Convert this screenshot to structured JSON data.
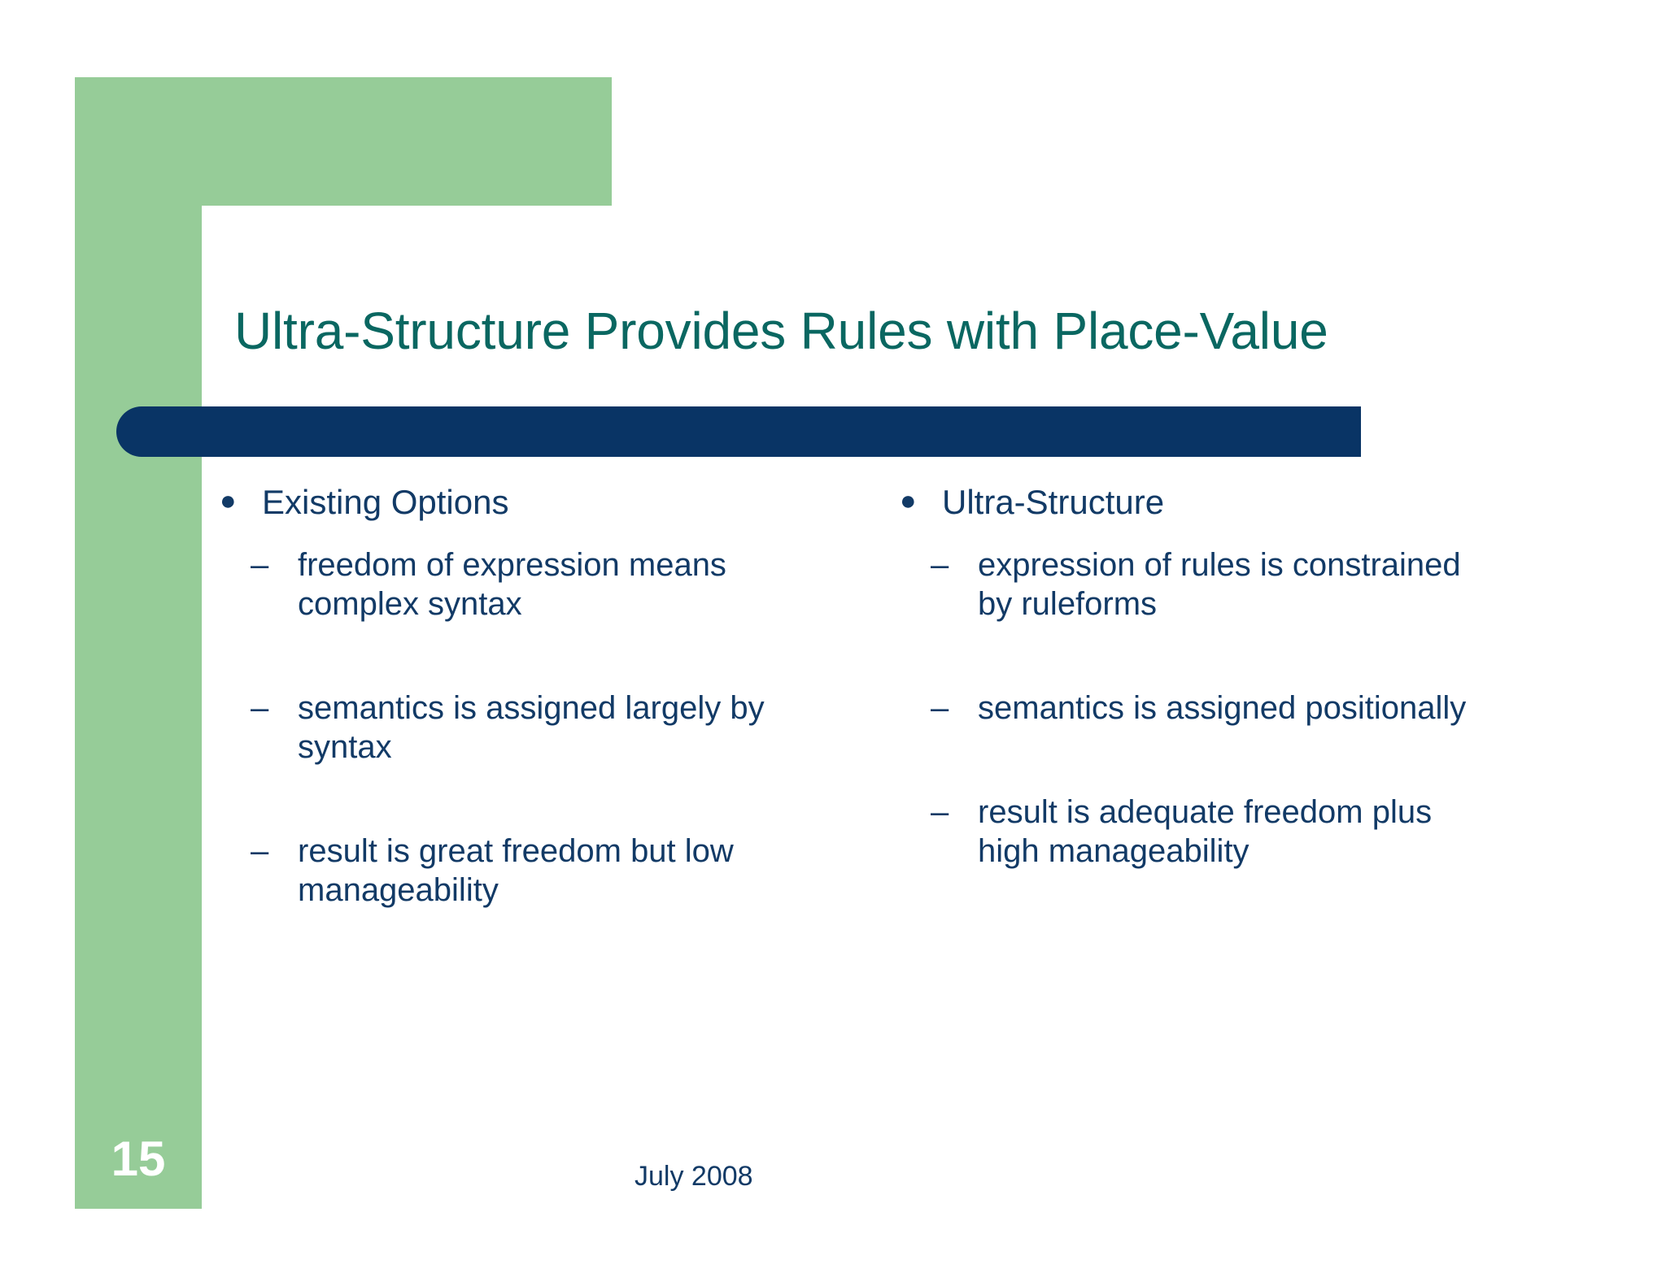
{
  "slide": {
    "title": "Ultra-Structure Provides Rules with Place-Value",
    "page_number": "15",
    "footer_date": "July 2008",
    "colors": {
      "green": "#96cc98",
      "navy": "#093465",
      "teal": "#0a6761",
      "body_text": "#123a66",
      "background": "#ffffff"
    },
    "markers": {
      "level1": "●",
      "level2": "–"
    },
    "columns": [
      {
        "heading": "Existing Options",
        "items": [
          "freedom of expression means complex syntax",
          "semantics is assigned largely by syntax",
          "result is great freedom but low manageability"
        ]
      },
      {
        "heading": "Ultra-Structure",
        "items": [
          "expression of rules is constrained by ruleforms",
          "semantics is assigned positionally",
          "result is adequate freedom plus high manageability"
        ]
      }
    ]
  }
}
